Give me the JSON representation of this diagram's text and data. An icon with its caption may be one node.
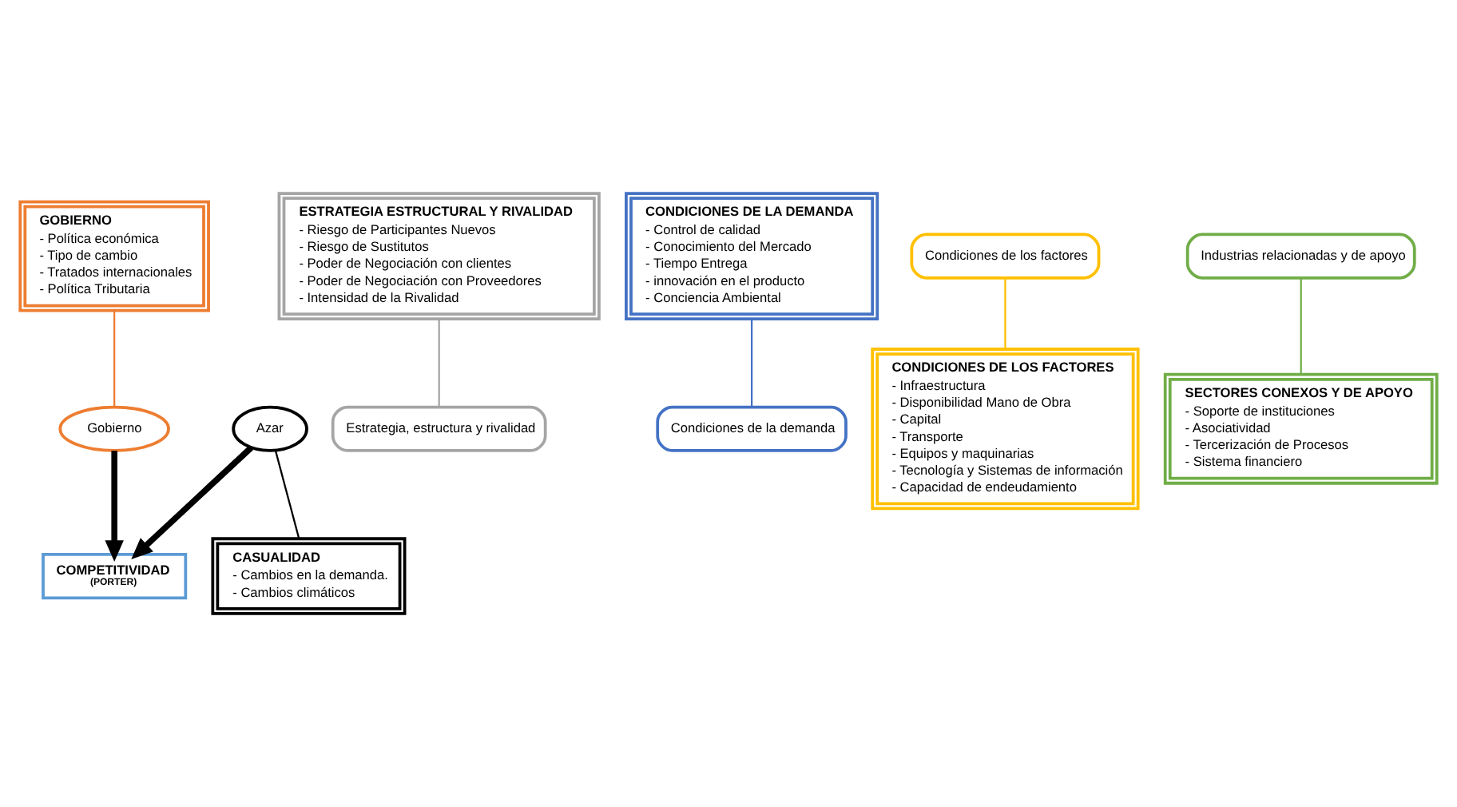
{
  "diagram": {
    "nodes": [
      {
        "text": [
          "GOBIERNO",
          "- Política económica",
          "- Tipo de cambio",
          "- Tratados internacionales",
          "- Política Tributaria"
        ]
      },
      {
        "text": [
          "ESTRATEGIA ESTRUCTURAL Y RIVALIDAD",
          "- Riesgo de Participantes Nuevos",
          "- Riesgo de Sustitutos",
          "- Poder de Negociación con clientes",
          "- Poder de Negociación con Proveedores",
          "- Intensidad de la Rivalidad"
        ]
      },
      {
        "text": [
          "Gobierno"
        ]
      },
      {
        "text": [
          "Estrategia, estructura y rivalidad"
        ]
      },
      {
        "text": [
          "CONDICIONES DE LA DEMANDA",
          "- Control de calidad",
          "- Conocimiento del Mercado",
          "- Tiempo Entrega",
          "- innovación en el producto",
          "- Conciencia Ambiental"
        ]
      },
      {
        "text": [
          "Condiciones de los factores"
        ]
      },
      {
        "text": [
          "COMPETITIVIDAD",
          "(PORTER)"
        ]
      },
      {
        "text": [
          "Condiciones de la demanda"
        ]
      },
      {
        "text": [
          "CONDICIONES DE LOS FACTORES",
          "- Infraestructura",
          "- Disponibilidad Mano de Obra",
          "- Capital",
          "- Transporte",
          "- Equipos y maquinarias",
          "- Tecnología y Sistemas de información",
          "- Capacidad de endeudamiento"
        ]
      },
      {
        "text": [
          "Industrias relacionadas y de apoyo"
        ]
      },
      {
        "text": [
          "Azar"
        ]
      },
      {
        "text": [
          "CASUALIDAD",
          "- Cambios en la demanda.",
          "- Cambios climáticos"
        ]
      },
      {
        "text": [
          "SECTORES CONEXOS Y DE APOYO",
          "- Soporte de instituciones",
          "- Asociatividad",
          "- Tercerización de Procesos",
          "- Sistema financiero"
        ]
      }
    ],
    "edges": [
      {
        "from": 0,
        "to": 2,
        "arrow": "none",
        "color": "#ed7d31"
      },
      {
        "from": 1,
        "to": 3,
        "arrow": "none",
        "color": "#a5a5a5"
      },
      {
        "from": 4,
        "to": 7,
        "arrow": "none",
        "color": "#4472c4"
      },
      {
        "from": 5,
        "to": 8,
        "arrow": "none",
        "color": "#ffc000"
      },
      {
        "from": 2,
        "to": 6,
        "arrow": "to",
        "style": "thick"
      },
      {
        "from": 10,
        "to": 6,
        "arrow": "to",
        "style": "thick"
      },
      {
        "from": 9,
        "to": 12,
        "arrow": "none",
        "color": "#70ad47"
      },
      {
        "from": 10,
        "to": 11,
        "arrow": "none"
      }
    ]
  }
}
